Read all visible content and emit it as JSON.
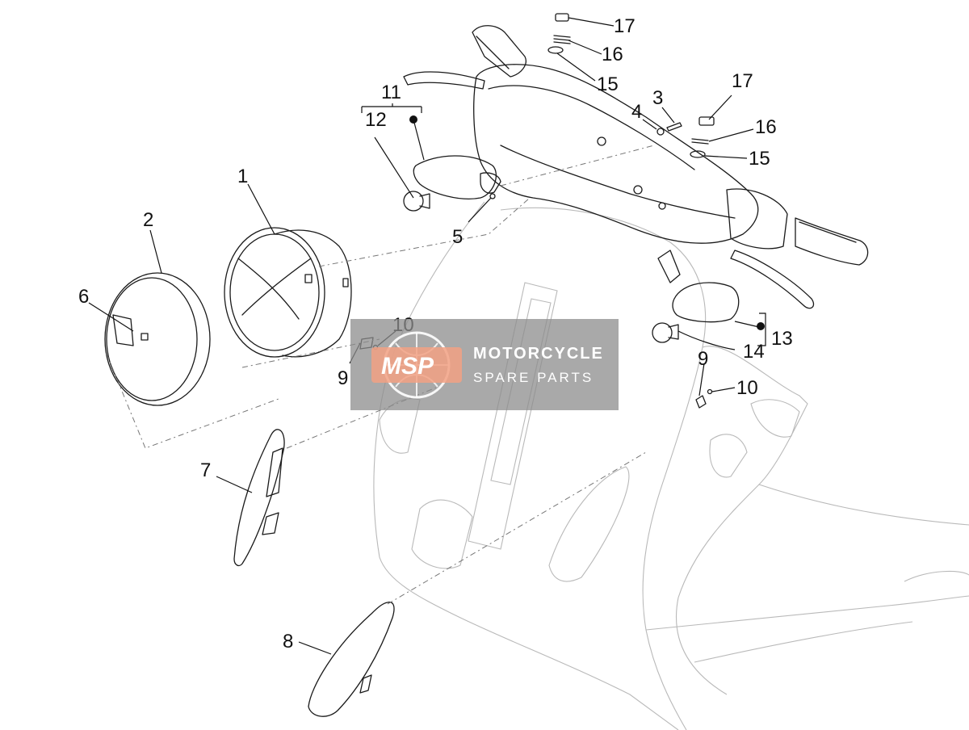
{
  "watermark": {
    "logo_text": "MSP",
    "line1": "MOTORCYCLE",
    "line2": "SPARE PARTS"
  },
  "callouts": {
    "c1": "1",
    "c2": "2",
    "c3": "3",
    "c4": "4",
    "c5": "5",
    "c6": "6",
    "c7": "7",
    "c8": "8",
    "c9a": "9",
    "c9b": "9",
    "c10a": "10",
    "c10b": "10",
    "c11": "11",
    "c12": "12",
    "c13": "13",
    "c14": "14",
    "c15a": "15",
    "c15b": "15",
    "c16a": "16",
    "c16b": "16",
    "c17a": "17",
    "c17b": "17"
  },
  "colors": {
    "watermark_bg": "#8c8c8c",
    "watermark_accent": "#f2a184",
    "line": "#1a1a1a",
    "ghost_body": "#b9b9b9"
  }
}
